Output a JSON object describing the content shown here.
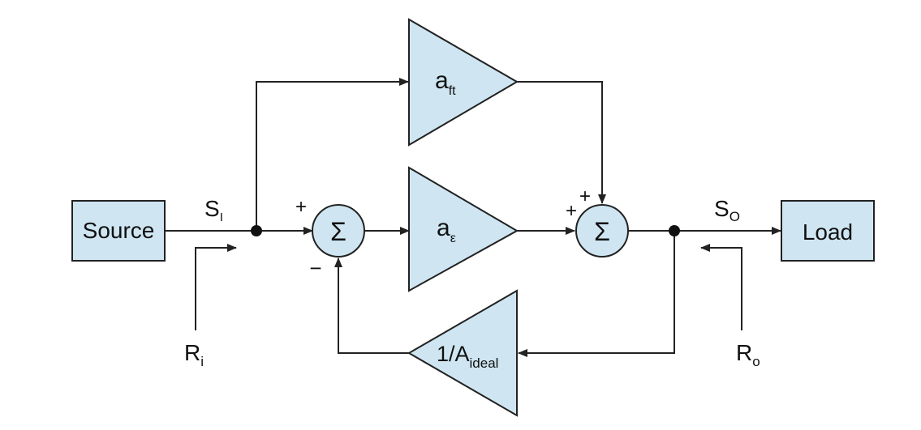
{
  "colors": {
    "fill": "#cfe6f2",
    "stroke": "#222222",
    "background": "#ffffff"
  },
  "blocks": {
    "source": "Source",
    "load": "Load"
  },
  "amplifiers": {
    "feedthrough": {
      "main": "a",
      "sub": "ft"
    },
    "error": {
      "main": "a",
      "sub": "ε"
    },
    "feedback": {
      "main": "1/A",
      "sub": "ideal"
    }
  },
  "summers": {
    "left": {
      "symbol": "Σ",
      "plus": "+",
      "minus": "−"
    },
    "right": {
      "symbol": "Σ",
      "plus_top": "+",
      "plus_left": "+"
    }
  },
  "signals": {
    "input": {
      "main": "S",
      "sub": "I"
    },
    "output": {
      "main": "S",
      "sub": "O"
    }
  },
  "resistances": {
    "input": {
      "main": "R",
      "sub": "i"
    },
    "output": {
      "main": "R",
      "sub": "o"
    }
  }
}
